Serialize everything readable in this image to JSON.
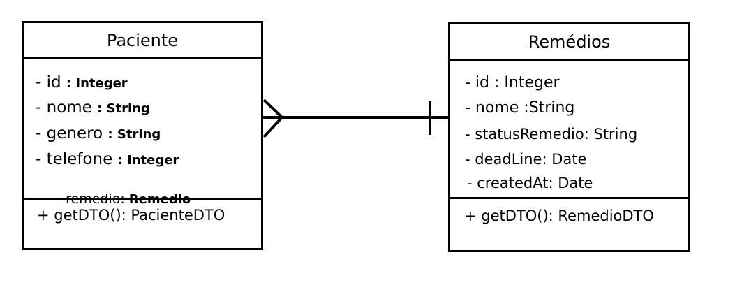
{
  "paciente": {
    "name": "Paciente",
    "attributes": [
      {
        "prefix": "- id ",
        "type": ": Integer"
      },
      {
        "prefix": "- nome ",
        "type": ": String"
      },
      {
        "prefix": "- genero ",
        "type": ": String"
      },
      {
        "prefix": "- telefone ",
        "type": ": Integer"
      },
      {
        "prefix": "-  remedio: ",
        "type": "Remedio"
      }
    ],
    "methods": [
      "+ getDTO(): PacienteDTO"
    ]
  },
  "remedios": {
    "name": "Remédios",
    "attributes": [
      "- id : Integer",
      "- nome :String",
      "- statusRemedio: String",
      "- deadLine: Date",
      "- createdAt: Date"
    ],
    "methods": [
      "+ getDTO(): RemedioDTO"
    ]
  },
  "association": {
    "from_multiplicity": "many",
    "to_multiplicity": "one"
  }
}
